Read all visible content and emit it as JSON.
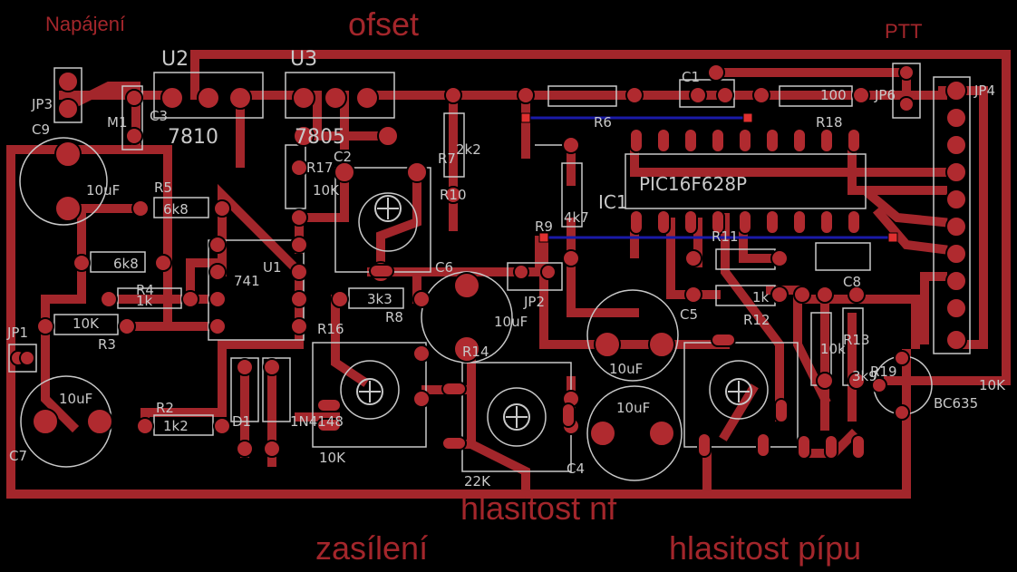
{
  "titles": {
    "napajeni": "Napájení",
    "ofset": "ofset",
    "ptt": "PTT",
    "hlasitost_nf": "hlasitost nf",
    "zasileni": "zasílení",
    "hlasitost_pipu": "hlasitost pípu"
  },
  "components": {
    "u2": "U2",
    "u3": "U3",
    "reg7810": "7810",
    "reg7805": "7805",
    "c1": "C1",
    "r6": "R6",
    "r18": "R18",
    "r18_val": "100",
    "jp6": "JP6",
    "jp4": "JP4",
    "jp3": "JP3",
    "c9": "C9",
    "m1": "M1",
    "c3": "C3",
    "r7": "R7",
    "r7_val": "2k2",
    "r17": "R17",
    "r17_val": "10K",
    "c2": "C2",
    "r10": "R10",
    "ic1": "IC1",
    "ic1_val": "PIC16F628P",
    "r9": "R9",
    "r9_val": "4k7",
    "r5": "R5",
    "r5_val": "6k8",
    "r4": "R4",
    "r4_val": "1k",
    "r_68": "6k8",
    "u1": "U1",
    "u1_val": "741",
    "c6": "C6",
    "r8": "R8",
    "r8_val": "3k3",
    "jp1": "JP1",
    "r3": "R3",
    "r3_val": "10K",
    "r16": "R16",
    "r14": "R14",
    "jp2": "JP2",
    "r11": "R11",
    "c5": "C5",
    "c8": "C8",
    "r12": "R12",
    "r12_val": "1k",
    "r13": "R13",
    "r13_val": "10k",
    "r19": "R19",
    "r19_val": "3k9",
    "bc635": "BC635",
    "c7": "C7",
    "c7_val": "10uF",
    "c9_val": "10uF",
    "c6_val": "10uF",
    "c4": "C4",
    "c4_val": "10uF",
    "c5_val": "10uF",
    "r2": "R2",
    "r2_val": "1k2",
    "d1": "D1",
    "d1_val": "1N4148",
    "r16_val": "10K",
    "r14_val": "22K",
    "r10_val": "10K"
  },
  "colors": {
    "background": "#000000",
    "copper": "#a3262b",
    "pad": "#b02a2f",
    "silk": "#c8c8c8",
    "blue_trace": "#1a1aa8",
    "via_red": "#e03030"
  }
}
